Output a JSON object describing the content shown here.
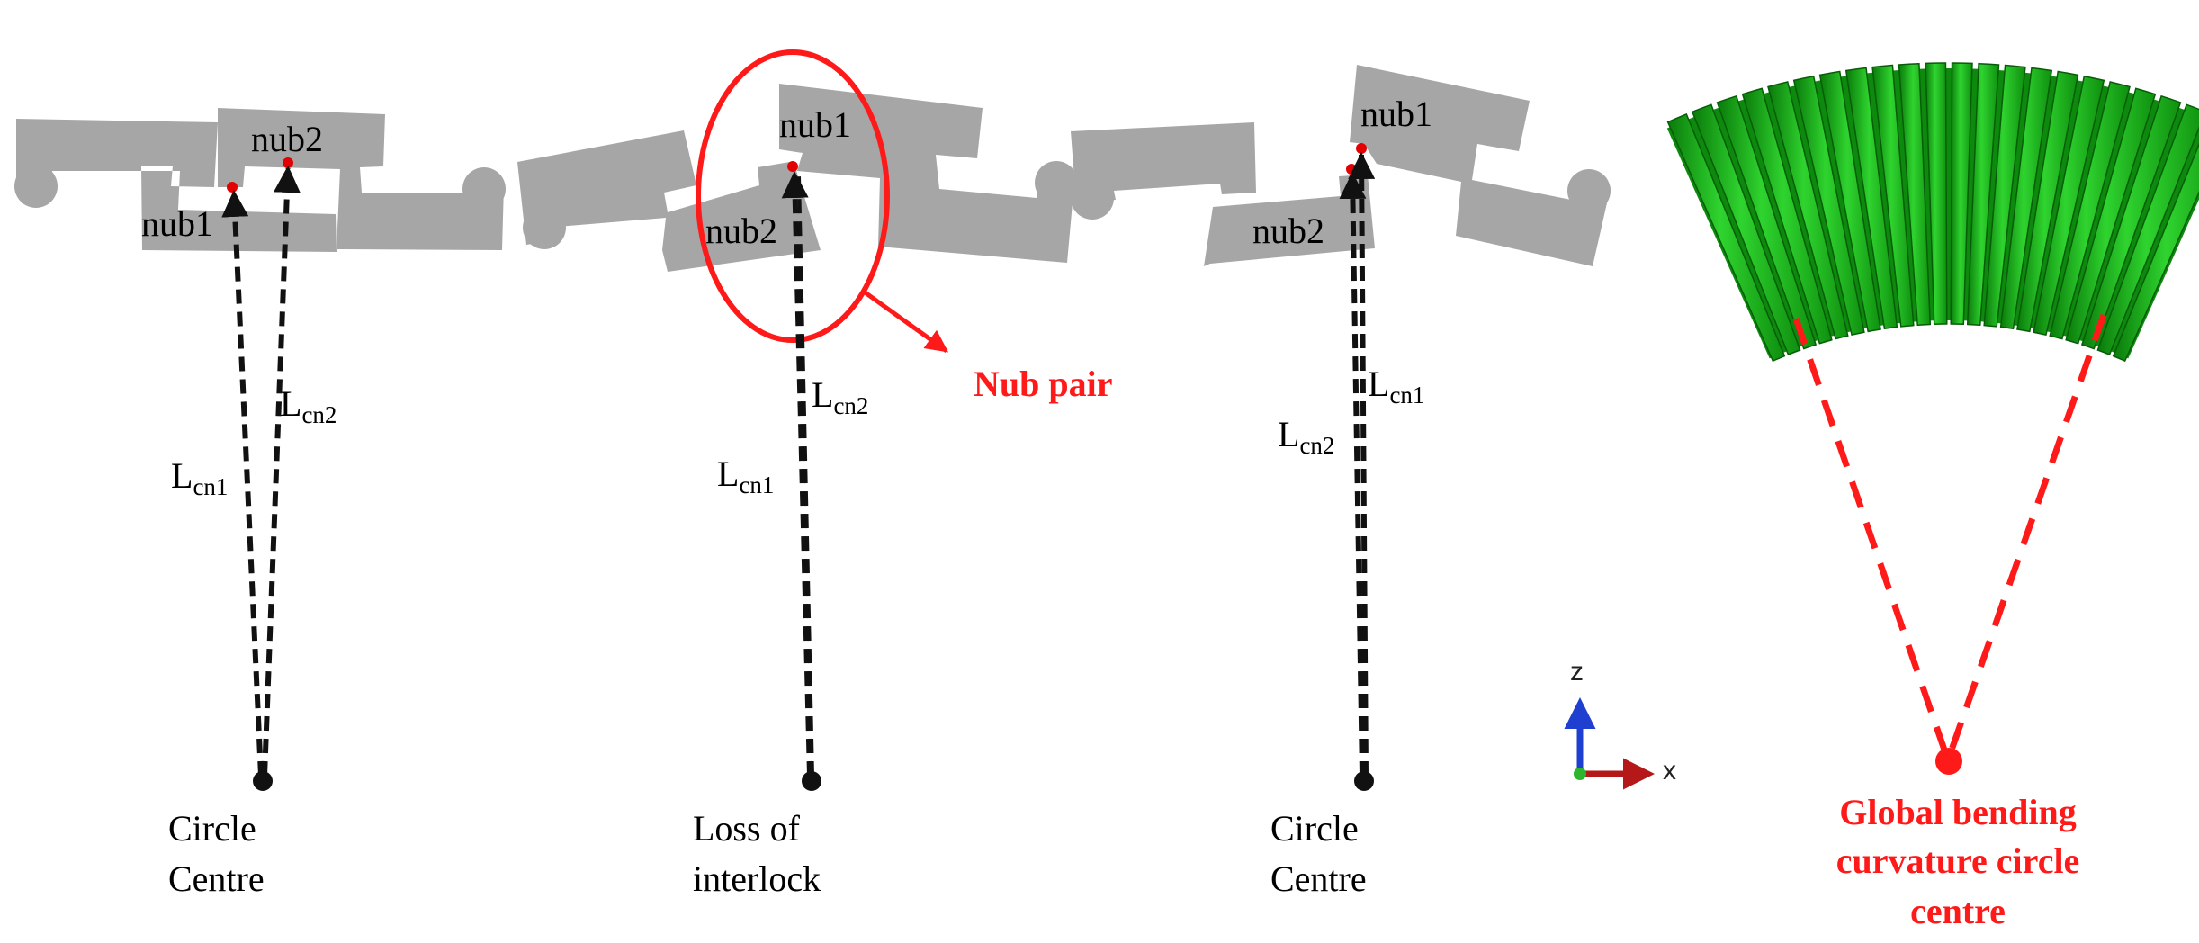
{
  "colors": {
    "profile": "#a6a6a6",
    "nub_point": "#e30000",
    "dash": "#111111",
    "highlight": "#ff1a1a",
    "tube_light": "#22cc22",
    "tube_dark": "#0a7a0a",
    "axis_z": "#1f3fd1",
    "axis_x": "#b41818",
    "axis_origin": "#2db52d"
  },
  "panel1": {
    "nub_a": "nub1",
    "nub_b": "nub2",
    "len_a_main": "L",
    "len_a_sub": "cn1",
    "len_b_main": "L",
    "len_b_sub": "cn2",
    "caption_line1": "Circle",
    "caption_line2": "Centre"
  },
  "panel2": {
    "nub_a": "nub1",
    "nub_b": "nub2",
    "len_a_main": "L",
    "len_a_sub": "cn2",
    "len_b_main": "L",
    "len_b_sub": "cn1",
    "caption_line1": "Loss of",
    "caption_line2": "interlock",
    "callout": "Nub pair"
  },
  "panel3": {
    "nub_a": "nub1",
    "nub_b": "nub2",
    "len_a_main": "L",
    "len_a_sub": "cn1",
    "len_b_main": "L",
    "len_b_sub": "cn2",
    "caption_line1": "Circle",
    "caption_line2": "Centre"
  },
  "axes": {
    "z_label": "z",
    "x_label": "x",
    "icons": [
      "z-axis-arrow-icon",
      "x-axis-arrow-icon",
      "origin-icon"
    ]
  },
  "global": {
    "caption_line1": "Global bending",
    "caption_line2": "curvature circle",
    "caption_line3": "centre"
  }
}
